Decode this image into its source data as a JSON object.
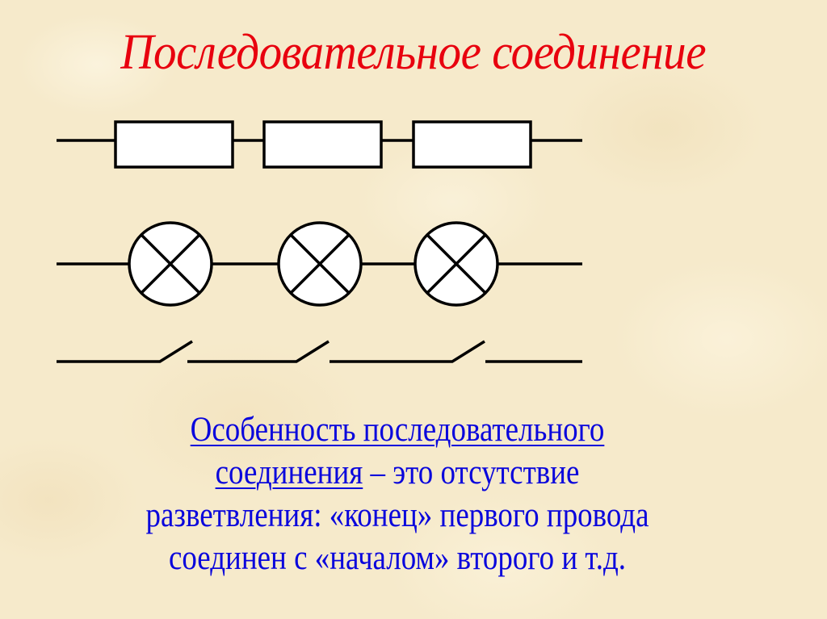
{
  "slide": {
    "title": "Последовательное соединение",
    "colors": {
      "background": "#F6EACB",
      "title": "#E8000E",
      "body_text": "#0A06DC",
      "wire": "#000000",
      "component_fill": "#FFFFFF"
    }
  },
  "diagrams": {
    "resistors": {
      "label": "resistor-chain",
      "count": 3,
      "icon": "resistor-rectangle"
    },
    "lamps": {
      "label": "lamp-chain",
      "count": 3,
      "icon": "lamp-circle-cross"
    },
    "switches": {
      "label": "switch-chain",
      "count": 3,
      "state": "open",
      "icon": "open-switch"
    }
  },
  "description": {
    "line1_underlined": "Особенность последовательного",
    "line2_underlined": "соединения",
    "line2_rest": " – это отсутствие",
    "line3": "разветвления: «конец» первого провода",
    "line4": "соединен с «началом» второго и т.д."
  }
}
